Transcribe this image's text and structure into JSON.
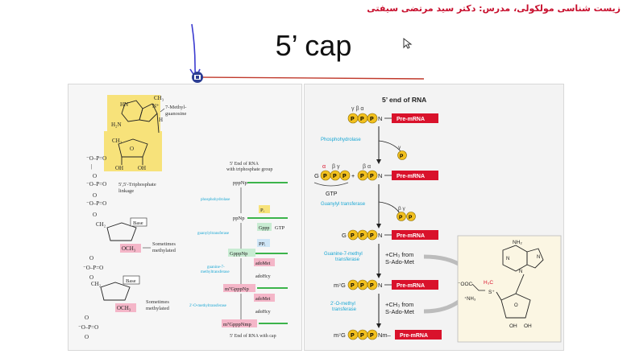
{
  "header": {
    "text": "زیست شناسی مولکولی، مدرس: دکتر سید مرتضی سیفتی"
  },
  "slide": {
    "title": "5’ cap"
  },
  "left_panel": {
    "methyl_guanosine_label": "7-Methyl-\nguanosine",
    "triphosphate_label": "5',5'-Triphosphate\nlinkage",
    "sometimes_methylated_1": "Sometimes\nmethylated",
    "sometimes_methylated_2": "Sometimes\nmethylated",
    "base_1": "Base",
    "base_2": "Base",
    "och3_1": "OCH₃",
    "och3_2": "OCH₃",
    "flow": {
      "title": "5' End of RNA\nwith triphosphate group",
      "pppnp": "pppNp",
      "ppnp": "ppNp",
      "pi": "Pᵢ",
      "gppp": "Gppp",
      "gtp": "GTP",
      "ppi": "PPᵢ",
      "gpppnp": "GpppNp",
      "adomet_1": "adoMet",
      "adohcy_1": "adoHcy",
      "m7gpppnp": "m⁷GpppNp",
      "adomet_2": "adoMet",
      "adohcy_2": "adoHcy",
      "m7gpppnmp": "m⁷GpppNmp",
      "footer": "5' End of RNA with cap",
      "enzyme_1": "phosphohydrolase",
      "enzyme_2": "guanylyltransferase",
      "enzyme_3": "guanine-7-\nmethyltransferase",
      "enzyme_4": "2'-O-methyltransferase"
    }
  },
  "right_panel": {
    "title": "5’ end of RNA",
    "greek_top": "γ  β  α",
    "pre_mrna": "Pre-mRNA",
    "phosphohydrolase": "Phosphohydrolase",
    "gtp_label": "GTP",
    "guanylyl": "Guanylyl transferase",
    "guanine_methyl": "Guanine-7-methyl\ntransferase",
    "ch3_from_1": "+CH₃ from\nS-Ado-Met",
    "omethyl": "2'-O-methyl\ntransferase",
    "ch3_from_2": "+CH₃ from\nS-Ado-Met",
    "row3_prefix": "G",
    "row4_prefix": "m⁷G",
    "row5_prefix": "m⁷G",
    "row5_suffix": "Nm–",
    "n_label": "N",
    "nh2": "NH₂",
    "ch3_methyl": "H₃C",
    "ooc": "⁻OOC",
    "oh": "OH"
  },
  "colors": {
    "header_red": "#c8102e",
    "pre_mrna_red": "#d9122b",
    "phosphate_yellow": "#f2c01e",
    "enzyme_cyan": "#1aa7d4",
    "flow_green": "#3cb44b"
  },
  "icons": [
    "pen-arrow-annotation",
    "cursor-icon",
    "slider-handle-icon"
  ]
}
